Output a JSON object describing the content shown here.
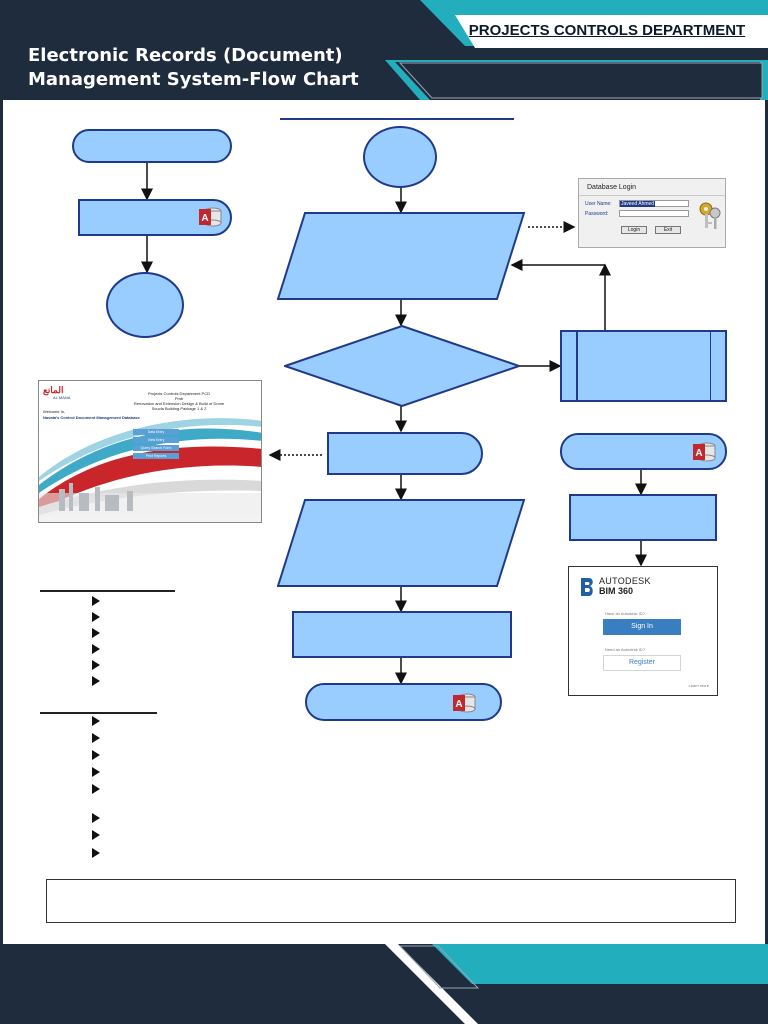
{
  "header": {
    "title_line1": "Electronic Records (Document)",
    "title_line2": "Management System-Flow Chart",
    "department": "PROJECTS CONTROLS DEPARTMENT"
  },
  "login_dialog": {
    "title": "Database Login",
    "user_label": "User Name:",
    "user_value": "Javeed Ahmed",
    "password_label": "Password:",
    "login_button": "Login",
    "exit_button": "Exit"
  },
  "app_screenshot": {
    "logo_arabic": "المانع",
    "logo_latin": "AL MANA",
    "header_line1": "Projects Controls Department PCD",
    "header_line2": "Pmb",
    "header_line3": "Renovation and Extension Design & Build of Dome",
    "header_line4": "Souvla Building Package 1 & 2",
    "welcome": "Welcome In,",
    "system_title": "Navata's Control Document Management Database",
    "buttons": [
      "Data Entry",
      "View Entry",
      "Query Search Form",
      "Print Reports"
    ]
  },
  "bim360": {
    "brand_line1": "AUTODESK",
    "brand_line2": "BIM 360",
    "have_id": "Have an Autodesk ID?",
    "signin": "Sign In",
    "need_id": "Need an Autodesk ID?",
    "register": "Register",
    "learn_more": "Learn more"
  },
  "colors": {
    "header_dark": "#1f2c3e",
    "accent_teal": "#23aebd",
    "shape_fill": "#99ccff",
    "shape_border": "#1f3a8a"
  }
}
